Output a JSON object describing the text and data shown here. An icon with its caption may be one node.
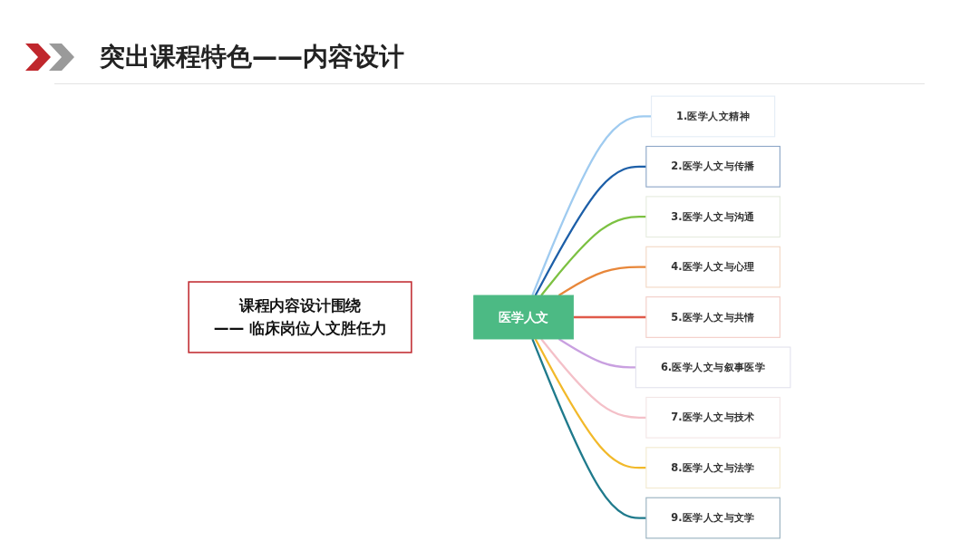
{
  "diagram": {
    "title": "突出课程特色——内容设计",
    "nodes": [
      {
        "text": [
          "课程内容设计围绕",
          "—— 临床岗位人文胜任力"
        ]
      },
      {
        "text": [
          "医学人文"
        ]
      },
      {
        "text": [
          "1.医学人文精神"
        ]
      },
      {
        "text": [
          "2.医学人文与传播"
        ]
      },
      {
        "text": [
          "3.医学人文与沟通"
        ]
      },
      {
        "text": [
          "4.医学人文与心理"
        ]
      },
      {
        "text": [
          "5.医学人文与共情"
        ]
      },
      {
        "text": [
          "6.医学人文与叙事医学"
        ]
      },
      {
        "text": [
          "7.医学人文与技术"
        ]
      },
      {
        "text": [
          "8.医学人文与法学"
        ]
      },
      {
        "text": [
          "9.医学人文与文学"
        ]
      }
    ],
    "edges": [
      {
        "from": 1,
        "to": 2,
        "arrow": "none",
        "color": "#9fcbf0"
      },
      {
        "from": 1,
        "to": 3,
        "arrow": "none",
        "color": "#1d5fa8"
      },
      {
        "from": 1,
        "to": 4,
        "arrow": "none",
        "color": "#7cc142"
      },
      {
        "from": 1,
        "to": 5,
        "arrow": "none",
        "color": "#e8873a"
      },
      {
        "from": 1,
        "to": 6,
        "arrow": "none",
        "color": "#e05a4a"
      },
      {
        "from": 1,
        "to": 7,
        "arrow": "none",
        "color": "#c9a0e0"
      },
      {
        "from": 1,
        "to": 8,
        "arrow": "none",
        "color": "#f4c0c8"
      },
      {
        "from": 1,
        "to": 9,
        "arrow": "none",
        "color": "#f2b92a"
      },
      {
        "from": 1,
        "to": 10,
        "arrow": "none",
        "color": "#1f7a8c"
      }
    ]
  }
}
